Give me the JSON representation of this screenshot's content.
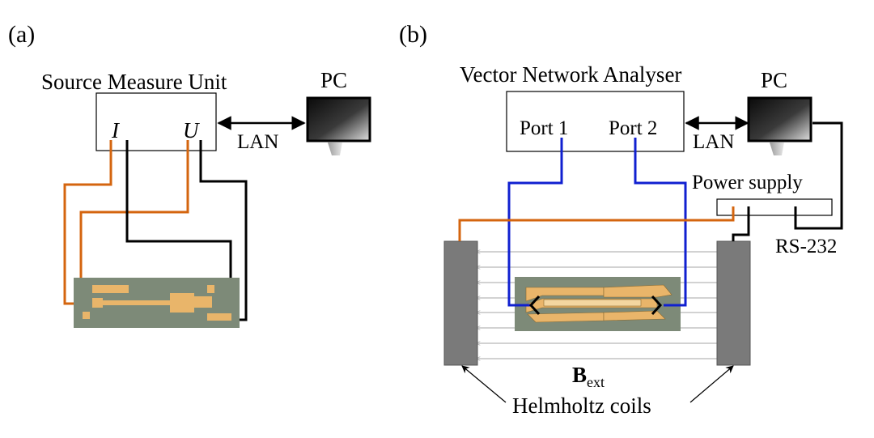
{
  "panel_a": {
    "tag": "(a)",
    "instrument": "Source Measure Unit",
    "terminal_i": "I",
    "terminal_u": "U",
    "pc": "PC",
    "link": "LAN"
  },
  "panel_b": {
    "tag": "(b)",
    "instrument": "Vector Network Analyser",
    "port1": "Port 1",
    "port2": "Port 2",
    "pc": "PC",
    "link": "LAN",
    "power_supply": "Power supply",
    "serial": "RS-232",
    "field_symbol": "B",
    "field_subscript": "ext",
    "coils": "Helmholtz coils"
  },
  "colors": {
    "orange_wire": "#d4650f",
    "blue_wire": "#1020d0",
    "black_wire": "#000000",
    "coil": "#7a7a7a",
    "field_line": "#b8b8b8",
    "chip_bg": "#7d8a78",
    "pad": "#e9b56a"
  }
}
